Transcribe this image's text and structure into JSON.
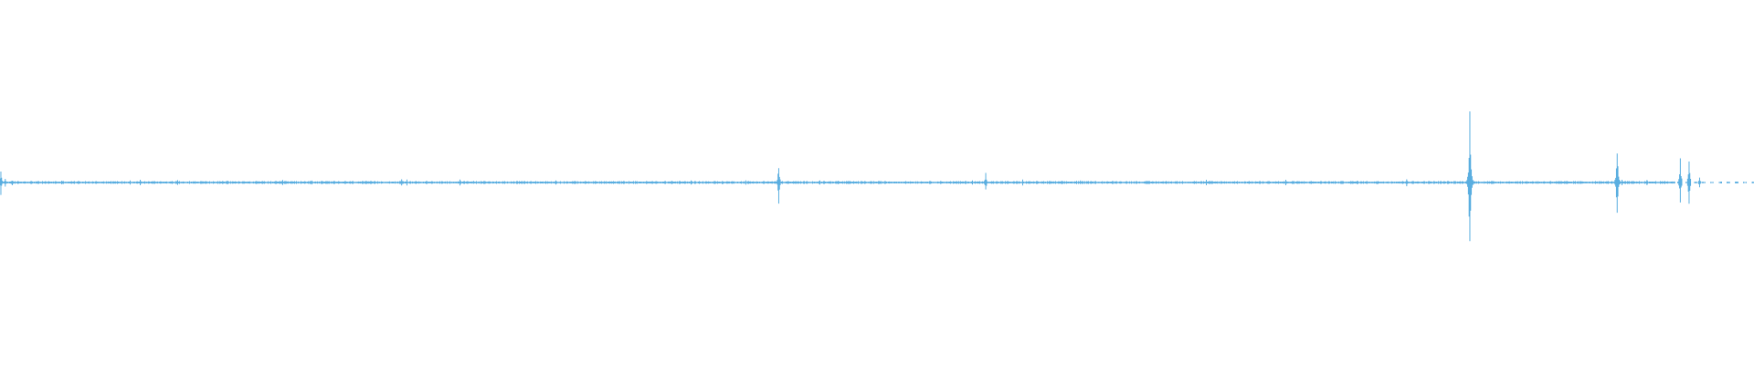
{
  "waveform": {
    "color": "#5aaee0",
    "background": "#ffffff",
    "peak_scale": 1.0,
    "baseline_noise_amplitude": 0.012,
    "trailing_sparse_from": 0.955,
    "events": [
      {
        "t": 0.0005,
        "amp": 0.13
      },
      {
        "t": 0.003,
        "amp": 0.05
      },
      {
        "t": 0.007,
        "amp": 0.03
      },
      {
        "t": 0.13,
        "amp": 0.022
      },
      {
        "t": 0.177,
        "amp": 0.028
      },
      {
        "t": 0.229,
        "amp": 0.035
      },
      {
        "t": 0.27,
        "amp": 0.02
      },
      {
        "t": 0.412,
        "amp": 0.02
      },
      {
        "t": 0.444,
        "amp": 0.23
      },
      {
        "t": 0.562,
        "amp": 0.1
      },
      {
        "t": 0.616,
        "amp": 0.025
      },
      {
        "t": 0.785,
        "amp": 0.02
      },
      {
        "t": 0.802,
        "amp": 0.045
      },
      {
        "t": 0.838,
        "amp": 1.0
      },
      {
        "t": 0.922,
        "amp": 0.46
      },
      {
        "t": 0.939,
        "amp": 0.03
      },
      {
        "t": 0.958,
        "amp": 0.25
      },
      {
        "t": 0.963,
        "amp": 0.3
      },
      {
        "t": 0.969,
        "amp": 0.05
      }
    ]
  }
}
